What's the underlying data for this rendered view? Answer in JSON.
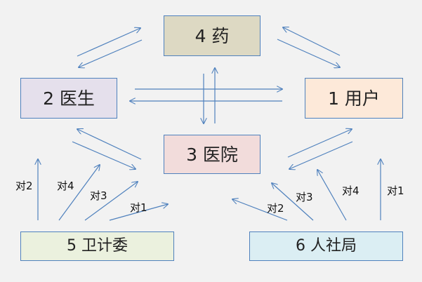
{
  "nodes": {
    "drug": "4 药",
    "doctor": "2 医生",
    "user": "1 用户",
    "hospital": "3 医院",
    "health_commission": "5 卫计委",
    "hr_bureau": "6 人社局"
  },
  "edge_labels": {
    "health_to_doctor": "对2",
    "health_to_drug": "对4",
    "health_to_user": "对3",
    "health_to_hospital": "对1",
    "hr_to_hospital": "对2",
    "hr_to_user": "对3",
    "hr_to_drug": "对4",
    "hr_to_patient": "对1"
  },
  "colors": {
    "border": "#4f81bd",
    "arrow": "#4f81bd",
    "background": "#f2f2f2",
    "drug_fill": "#ddd9c3",
    "doctor_fill": "#e5e0ec",
    "user_fill": "#fde9d9",
    "hospital_fill": "#f2dcdb",
    "health_commission_fill": "#ebf1de",
    "hr_bureau_fill": "#dbeef3"
  }
}
